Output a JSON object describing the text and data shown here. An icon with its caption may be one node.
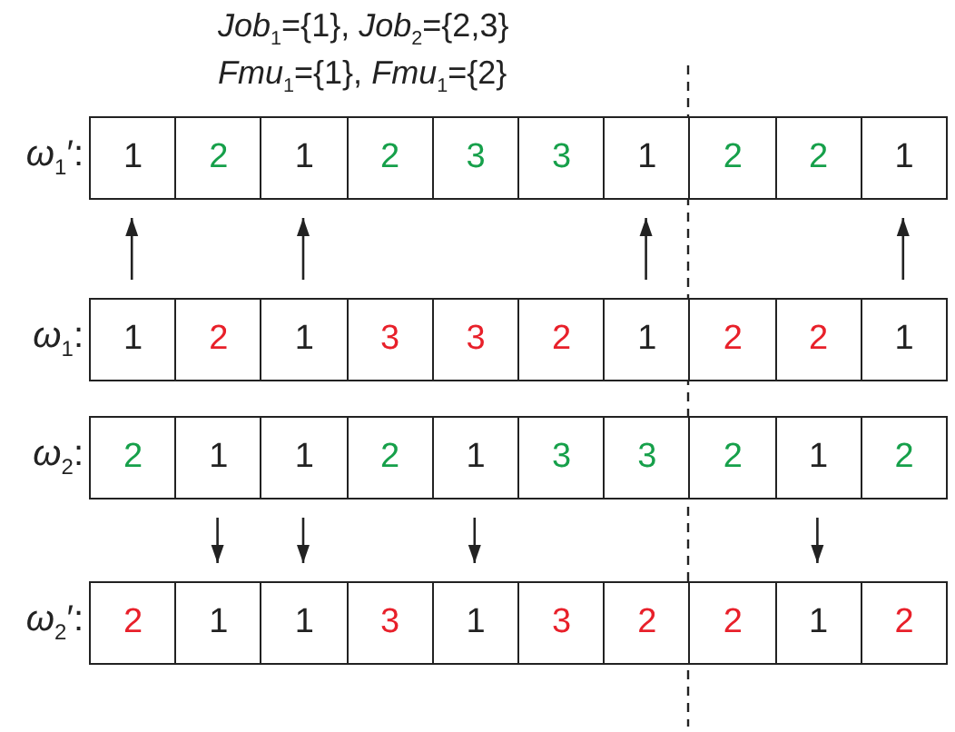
{
  "diagram": {
    "nodes": [
      {
        "text": [
          "1"
        ]
      },
      {
        "text": [
          "2"
        ]
      },
      {
        "text": [
          "1"
        ]
      },
      {
        "text": [
          "2"
        ]
      },
      {
        "text": [
          "3"
        ]
      },
      {
        "text": [
          "3"
        ]
      },
      {
        "text": [
          "1"
        ]
      },
      {
        "text": [
          "2"
        ]
      },
      {
        "text": [
          "2"
        ]
      },
      {
        "text": [
          "1"
        ]
      },
      {
        "text": [
          "1"
        ]
      },
      {
        "text": [
          "2"
        ]
      },
      {
        "text": [
          "1"
        ]
      },
      {
        "text": [
          "3"
        ]
      },
      {
        "text": [
          "3"
        ]
      },
      {
        "text": [
          "2"
        ]
      },
      {
        "text": [
          "1"
        ]
      },
      {
        "text": [
          "2"
        ]
      },
      {
        "text": [
          "2"
        ]
      },
      {
        "text": [
          "1"
        ]
      },
      {
        "text": [
          "2"
        ]
      },
      {
        "text": [
          "1"
        ]
      },
      {
        "text": [
          "1"
        ]
      },
      {
        "text": [
          "2"
        ]
      },
      {
        "text": [
          "1"
        ]
      },
      {
        "text": [
          "3"
        ]
      },
      {
        "text": [
          "3"
        ]
      },
      {
        "text": [
          "2"
        ]
      },
      {
        "text": [
          "1"
        ]
      },
      {
        "text": [
          "2"
        ]
      },
      {
        "text": [
          "2"
        ]
      },
      {
        "text": [
          "1"
        ]
      },
      {
        "text": [
          "1"
        ]
      },
      {
        "text": [
          "3"
        ]
      },
      {
        "text": [
          "1"
        ]
      },
      {
        "text": [
          "3"
        ]
      },
      {
        "text": [
          "2"
        ]
      },
      {
        "text": [
          "2"
        ]
      },
      {
        "text": [
          "1"
        ]
      },
      {
        "text": [
          "2"
        ]
      }
    ],
    "edges": [
      {
        "from": 10,
        "to": 0,
        "arrow": "to"
      },
      {
        "from": 12,
        "to": 2,
        "arrow": "to"
      },
      {
        "from": 16,
        "to": 6,
        "arrow": "to"
      },
      {
        "from": 19,
        "to": 9,
        "arrow": "to"
      },
      {
        "from": 21,
        "to": 31,
        "arrow": "to"
      },
      {
        "from": 22,
        "to": 32,
        "arrow": "to"
      },
      {
        "from": 24,
        "to": 34,
        "arrow": "to"
      },
      {
        "from": 28,
        "to": 38,
        "arrow": "to"
      }
    ],
    "labels": [
      "*Job*$_{1}$={1}, *Job*$_{2}$={2,3}",
      "*Fmu*$_{1}$={1}, *Fmu*$_{1}$={2}",
      "*ω*$_{1}$′:",
      "*ω*$_{1}$:",
      "*ω*$_{2}$:",
      "*ω*$_{2}$′:"
    ]
  }
}
